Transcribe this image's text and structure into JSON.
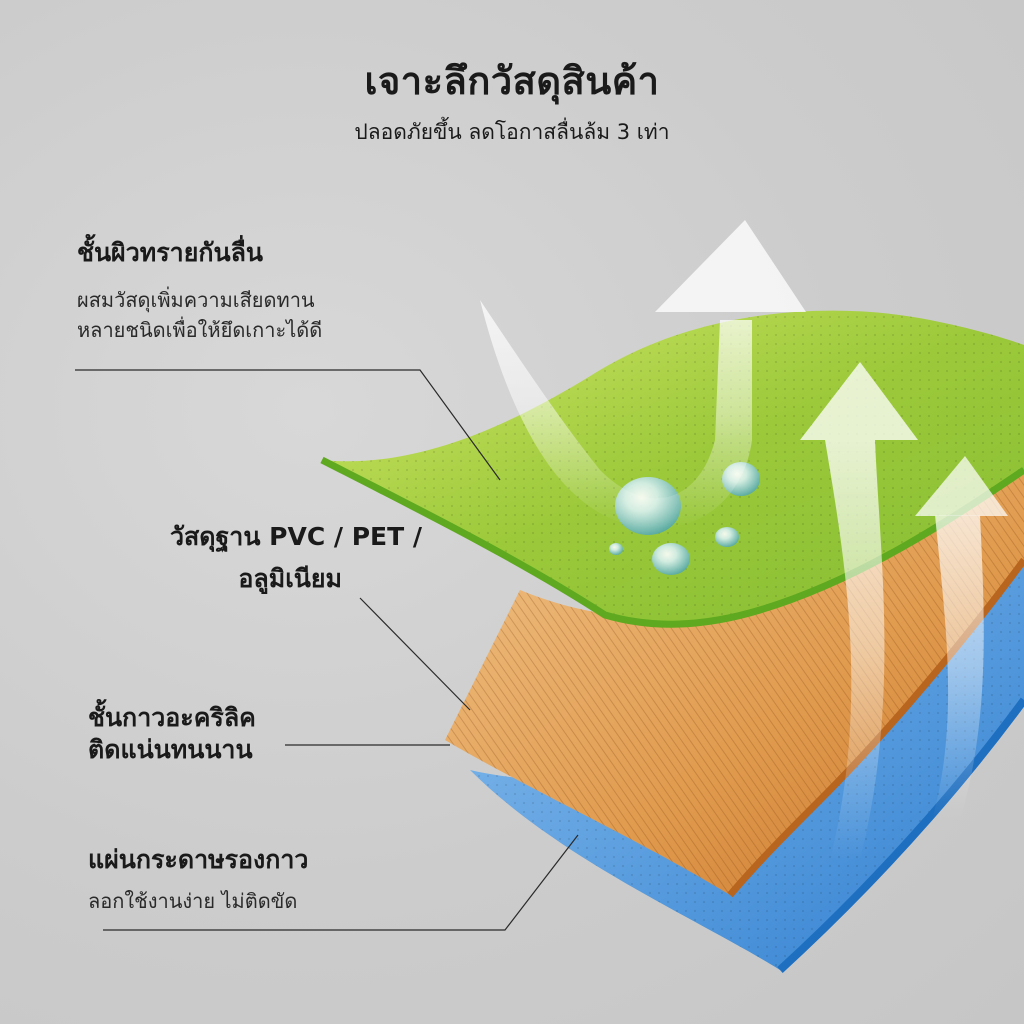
{
  "header": {
    "title": "เจาะลึกวัสดุสินค้า",
    "subtitle": "ปลอดภัยขึ้น ลดโอกาสลื่นล้ม 3 เท่า"
  },
  "layers": [
    {
      "id": "surface",
      "title": "ชั้นผิวทรายกันลื่น",
      "desc_lines": [
        "ผสมวัสดุเพิ่มความเสียดทาน",
        "หลายชนิดเพื่อให้ยึดเกาะได้ดี"
      ],
      "color": "#8cc63f"
    },
    {
      "id": "base",
      "title_lines": [
        "วัสดุฐาน PVC / PET /",
        "อลูมิเนียม"
      ],
      "color": "#7ac143"
    },
    {
      "id": "adhesive",
      "title_lines": [
        "ชั้นกาวอะคริลิค",
        "ติดแน่นทนนาน"
      ],
      "color": "#d9893c"
    },
    {
      "id": "liner",
      "title": "แผ่นกระดาษรองกาว",
      "desc_lines": [
        "ลอกใช้งานง่าย ไม่ติดขัด"
      ],
      "color": "#4a90d9"
    }
  ],
  "icons": [
    "water-drop-icon",
    "up-arrow-icon"
  ]
}
